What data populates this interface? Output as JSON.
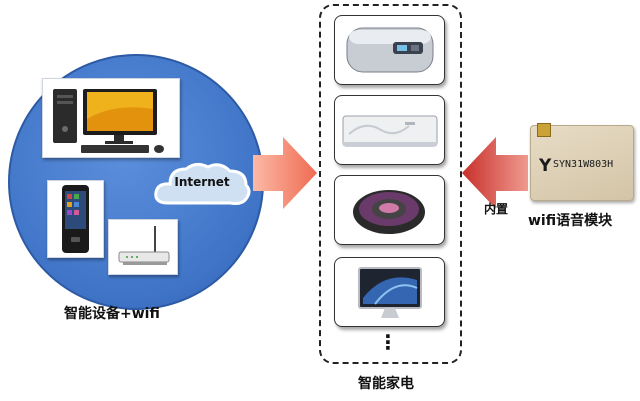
{
  "diagram": {
    "left_group": {
      "cloud_label": "Internet",
      "caption": "智能设备+wifi"
    },
    "center_group": {
      "caption": "智能家电",
      "ellipsis": "⋮"
    },
    "right_group": {
      "module_chip_text": "SYN31W803H",
      "module_logo": "Y",
      "arrow_label": "内置",
      "caption": "wifi语音模块"
    },
    "colors": {
      "circle_blue": "#3f73c6",
      "left_arrow": "#f06b52",
      "right_arrow": "#c8302b"
    }
  }
}
